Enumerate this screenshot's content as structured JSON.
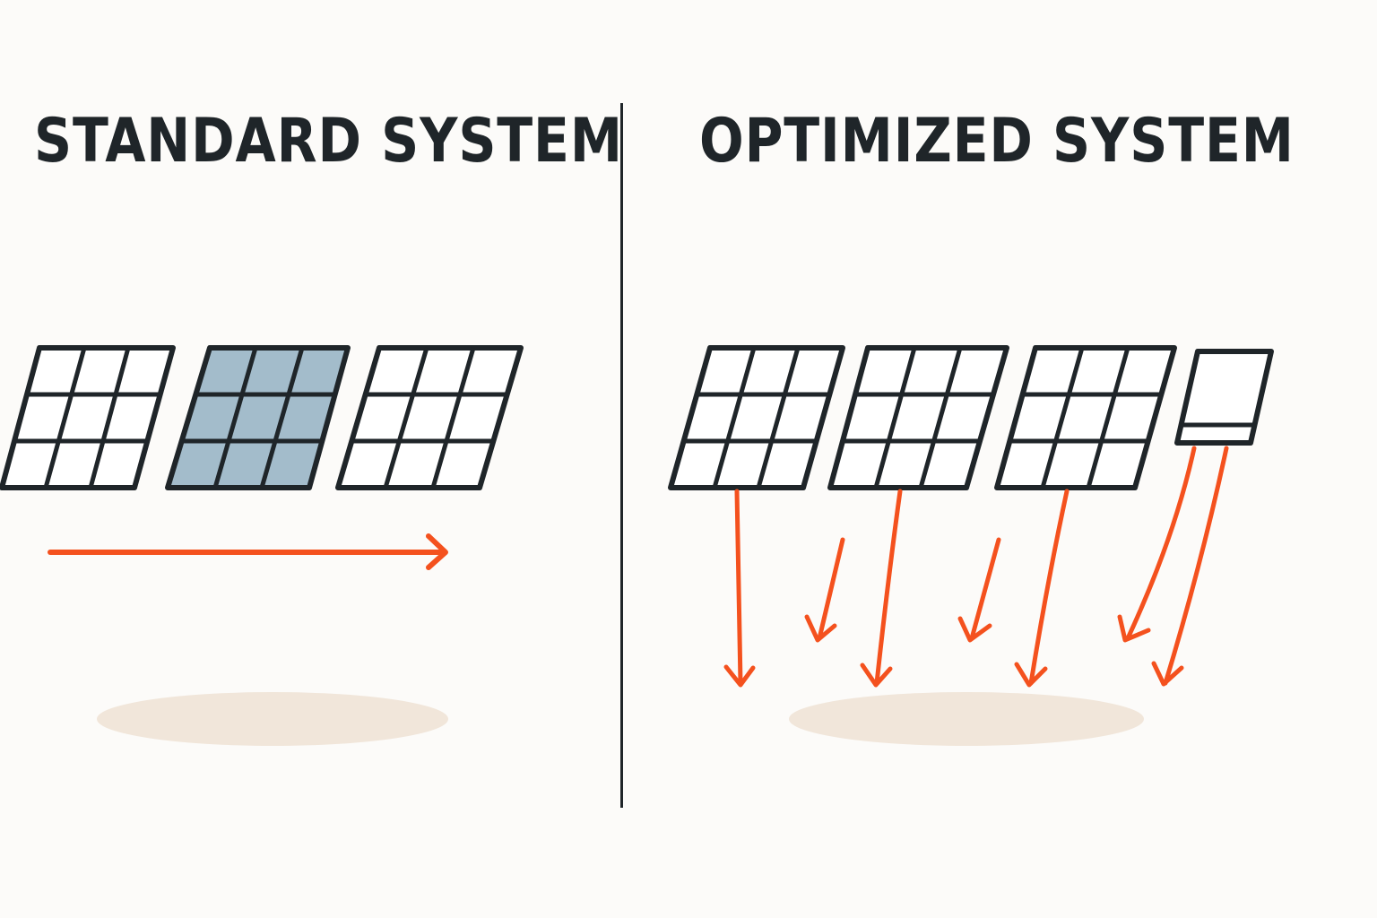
{
  "left_panel": {
    "title": "STANDARD SYSTEM",
    "panels": [
      {
        "state": "normal"
      },
      {
        "state": "shaded"
      },
      {
        "state": "normal"
      }
    ],
    "output": "single series flow"
  },
  "right_panel": {
    "title": "OPTIMIZED SYSTEM",
    "panels": [
      {
        "state": "normal"
      },
      {
        "state": "normal"
      },
      {
        "state": "normal"
      },
      {
        "state": "optimizer"
      }
    ],
    "output": "individual panel flows"
  },
  "colors": {
    "ink": "#1f2529",
    "arrow": "#f4511e",
    "shaded_cell": "#a3bccb",
    "ground": "#f1e6da",
    "background": "#fcfbf9"
  }
}
